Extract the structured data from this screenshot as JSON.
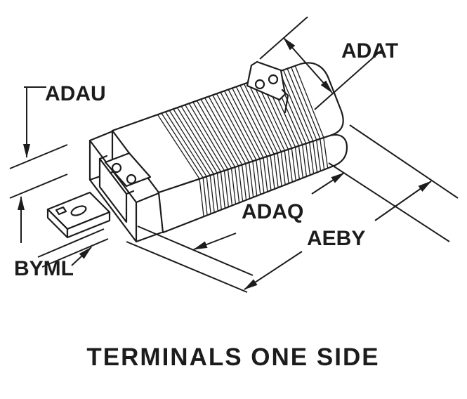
{
  "diagram": {
    "caption": "TERMINALS ONE SIDE",
    "labels": {
      "adat": "ADAT",
      "adau": "ADAU",
      "adaq": "ADAQ",
      "aeby": "AEBY",
      "byml": "BYML"
    },
    "icons": {
      "dimension-arrowhead": "filled-triangle"
    },
    "colors": {
      "line": "#1c1c1c",
      "background": "#ffffff"
    }
  }
}
